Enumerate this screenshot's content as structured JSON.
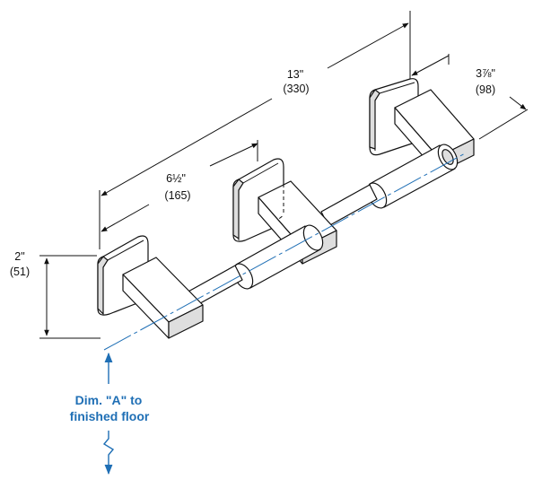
{
  "dimensions": {
    "overall_length": "13\"",
    "overall_length_mm": "(330)",
    "center_spacing": "6½\"",
    "center_spacing_mm": "(165)",
    "projection": "3⅞\"",
    "projection_mm": "(98)",
    "roll_height": "2\"",
    "roll_height_mm": "(51)"
  },
  "floor_note": {
    "line1": "Dim. \"A\" to",
    "line2": "finished floor"
  },
  "colors": {
    "accent": "#1f6fb5",
    "line": "#111111"
  }
}
